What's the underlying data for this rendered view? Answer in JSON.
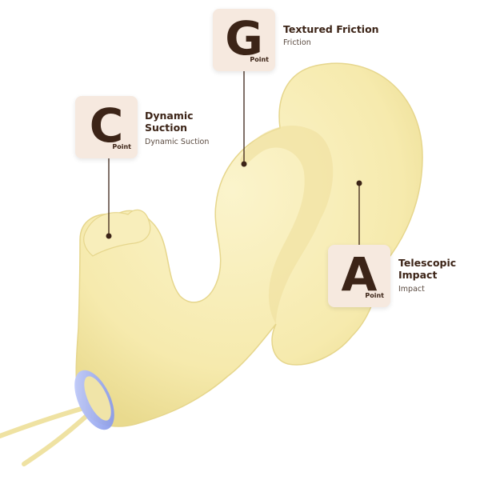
{
  "points": [
    {
      "letter": "G",
      "badge_suffix": "Point",
      "title": "Textured Friction",
      "subtitle": "Friction"
    },
    {
      "letter": "C",
      "badge_suffix": "Point",
      "title_line1": "Dynamic",
      "title_line2": "Suction",
      "subtitle": "Dynamic Suction"
    },
    {
      "letter": "A",
      "badge_suffix": "Point",
      "title_line1": "Telescopic",
      "title_line2": "Impact",
      "subtitle": "Impact"
    }
  ],
  "colors": {
    "product_body": "#f7eeb6",
    "product_shadow": "#e7d98e",
    "badge_bg": "#f6e9df",
    "text_dark": "#3c2417",
    "base_ring": "#8ea0ee"
  },
  "icons": [
    "product-image",
    "callout-dot-icon"
  ]
}
